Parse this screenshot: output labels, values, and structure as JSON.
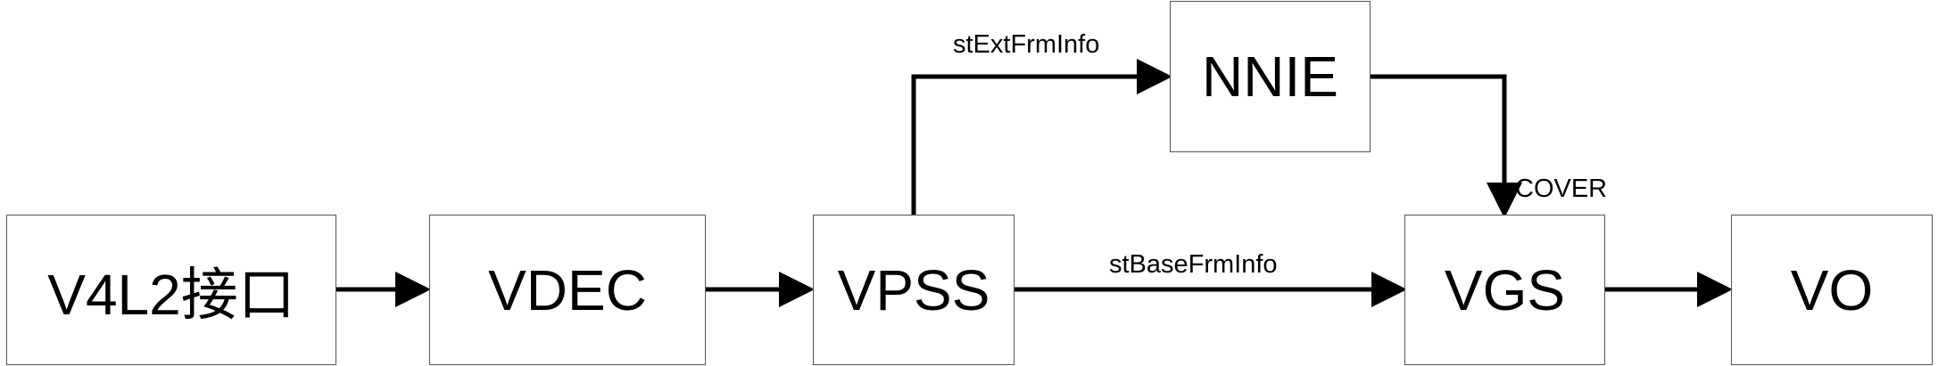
{
  "nodes": {
    "v4l2": "V4L2接口",
    "vdec": "VDEC",
    "vpss": "VPSS",
    "nnie": "NNIE",
    "vgs": "VGS",
    "vo": "VO"
  },
  "edges": {
    "v4l2_to_vdec": "",
    "vdec_to_vpss": "",
    "vpss_to_nnie": "stExtFrmInfo",
    "vpss_to_vgs": "stBaseFrmInfo",
    "nnie_to_vgs": "COVER",
    "vgs_to_vo": ""
  },
  "colors": {
    "line": "#000000",
    "box_border": "#555555"
  }
}
